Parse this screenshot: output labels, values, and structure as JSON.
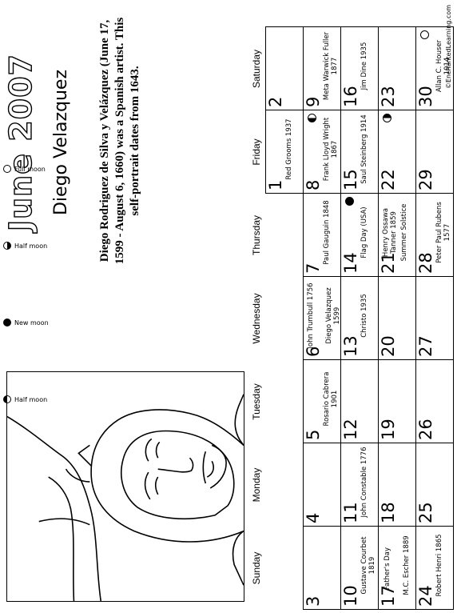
{
  "header": {
    "title": "June 2007",
    "subject": "Diego Velazquez",
    "bio": "Diego Rodriguez de Silva y Velázquez (June 17, 1599 - August 6, 1660) was a Spanish artist. This self-portrait dates from 1643."
  },
  "credit": "©EnchantedLearning.com",
  "weekdays": [
    "Sunday",
    "Monday",
    "Tuesday",
    "Wednesday",
    "Thursday",
    "Friday",
    "Saturday"
  ],
  "days": {
    "1": {
      "events": [
        "Red Grooms 1937"
      ]
    },
    "2": {
      "events": []
    },
    "3": {
      "events": []
    },
    "4": {
      "events": []
    },
    "5": {
      "events": [
        "Rosario Cabrera 1901"
      ]
    },
    "6": {
      "events": [
        "John Trumbull 1756",
        "Diego Velazquez 1599"
      ]
    },
    "7": {
      "events": [
        "Paul Gauguin 1848"
      ]
    },
    "8": {
      "events": [
        "Frank Lloyd Wright 1867"
      ],
      "moon": "last"
    },
    "9": {
      "events": [
        "Meta Warwick Fuller 1877"
      ]
    },
    "10": {
      "events": [
        "Gustave Courbet 1819"
      ]
    },
    "11": {
      "events": [
        "John Constable 1776"
      ]
    },
    "12": {
      "events": []
    },
    "13": {
      "events": [
        "Christo 1935"
      ]
    },
    "14": {
      "events": [
        "Flag Day (USA)"
      ],
      "moon": "new"
    },
    "15": {
      "events": [
        "Saul Steinberg 1914"
      ]
    },
    "16": {
      "events": [
        "Jim Dine 1935"
      ]
    },
    "17": {
      "events": [
        "Father's Day",
        "M.C. Escher 1889"
      ],
      "inline_first": true
    },
    "18": {
      "events": []
    },
    "19": {
      "events": []
    },
    "20": {
      "events": []
    },
    "21": {
      "events": [
        "Henry Ossawa Tanner 1859",
        "Summer Solstice"
      ]
    },
    "22": {
      "events": [],
      "moon": "first"
    },
    "23": {
      "events": []
    },
    "24": {
      "events": [
        "Robert Henri 1865"
      ]
    },
    "25": {
      "events": []
    },
    "26": {
      "events": []
    },
    "27": {
      "events": []
    },
    "28": {
      "events": [
        "Peter Paul Rubens 1577"
      ]
    },
    "29": {
      "events": []
    },
    "30": {
      "events": [
        "Allan C. Houser 1914"
      ],
      "moon": "full"
    }
  },
  "legend": [
    {
      "icon": "full-moon-icon",
      "label": "Full moon"
    },
    {
      "icon": "first-quarter-icon",
      "label": "Half moon"
    },
    {
      "icon": "new-moon-icon",
      "label": "New moon"
    },
    {
      "icon": "last-quarter-icon",
      "label": "Half moon"
    }
  ]
}
